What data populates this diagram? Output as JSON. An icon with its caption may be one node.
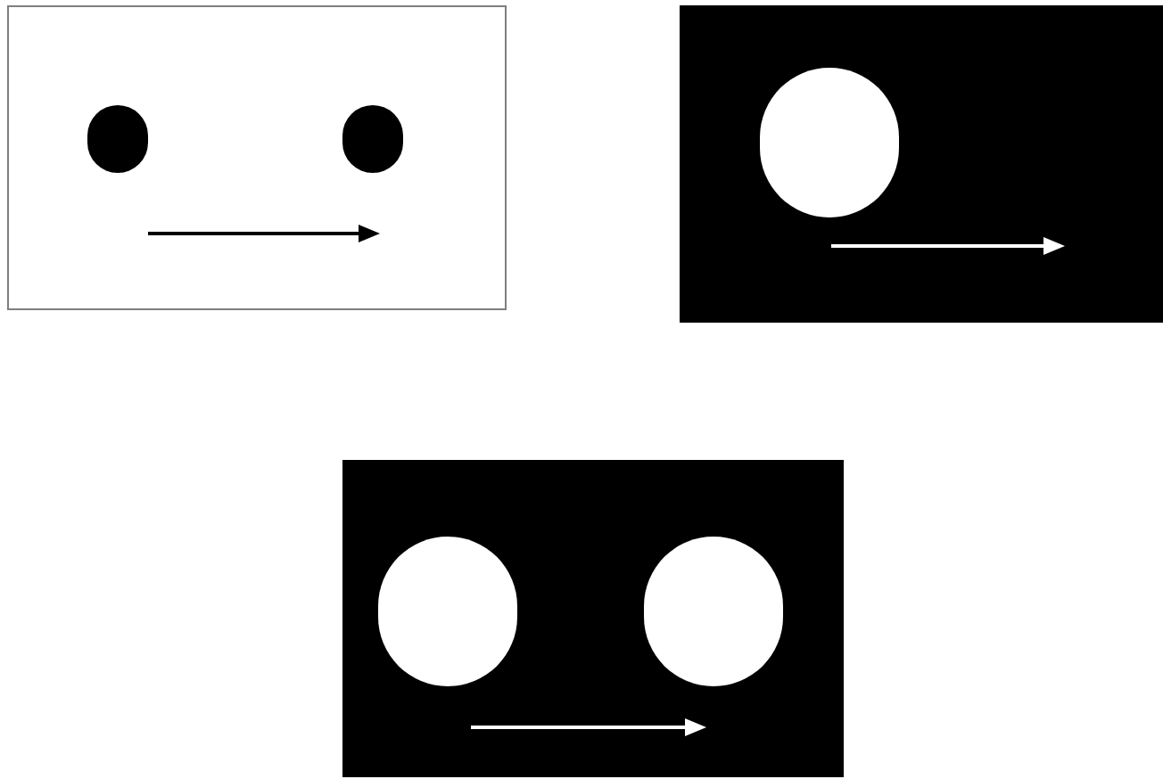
{
  "diagram": {
    "nodes": [
      {
        "text": [],
        "shape": "box"
      },
      {
        "text": [],
        "shape": "circle",
        "in": 0
      },
      {
        "text": [],
        "shape": "circle",
        "in": 0
      },
      {
        "text": [],
        "shape": "box"
      },
      {
        "text": [],
        "shape": "circle",
        "in": 3
      },
      {
        "text": [],
        "shape": "box"
      },
      {
        "text": [],
        "shape": "circle",
        "in": 5
      },
      {
        "text": [],
        "shape": "circle",
        "in": 5
      }
    ]
  }
}
